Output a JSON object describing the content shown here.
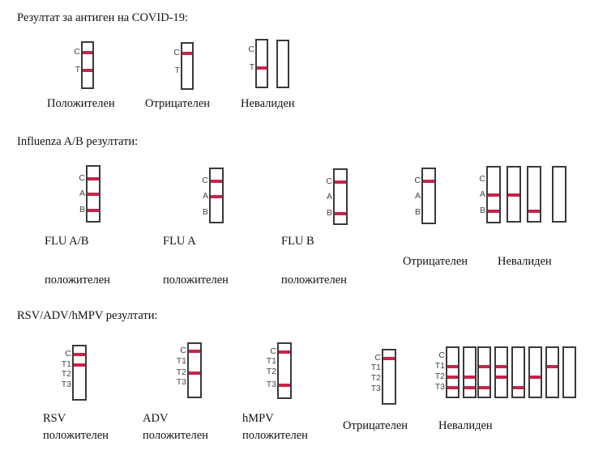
{
  "colors": {
    "band": "#c8234a",
    "strip_border": "#3a3a3a"
  },
  "covid": {
    "heading": "Резултат за антиген на COVID-19:",
    "labels": [
      "C",
      "T"
    ],
    "results": [
      {
        "caption": "Положителен",
        "strips": [
          {
            "lines": [
              "C",
              "T"
            ],
            "show_labels": true
          }
        ]
      },
      {
        "caption": "Отрицателен",
        "strips": [
          {
            "lines": [
              "C"
            ],
            "show_labels": true
          }
        ]
      },
      {
        "caption": "Невалиден",
        "strips": [
          {
            "lines": [
              "T"
            ],
            "show_labels": true
          },
          {
            "lines": [],
            "show_labels": false
          }
        ]
      }
    ]
  },
  "flu": {
    "heading": "Influenza A/B резултати:",
    "labels": [
      "C",
      "A",
      "B"
    ],
    "results": [
      {
        "caption": "FLU A/B",
        "caption2": "положителен",
        "strips": [
          {
            "lines": [
              "C",
              "A",
              "B"
            ],
            "show_labels": true
          }
        ]
      },
      {
        "caption": "FLU A",
        "caption2": "положителен",
        "strips": [
          {
            "lines": [
              "C",
              "A"
            ],
            "show_labels": true
          }
        ]
      },
      {
        "caption": "FLU B",
        "caption2": "положителен",
        "strips": [
          {
            "lines": [
              "C",
              "B"
            ],
            "show_labels": true
          }
        ]
      },
      {
        "caption": "Отрицателен",
        "strips": [
          {
            "lines": [
              "C"
            ],
            "show_labels": true
          }
        ]
      },
      {
        "caption": "Невалиден",
        "strips": [
          {
            "lines": [
              "A",
              "B"
            ],
            "show_labels": true
          },
          {
            "lines": [
              "A"
            ],
            "show_labels": false
          },
          {
            "lines": [
              "B"
            ],
            "show_labels": false
          },
          {
            "lines": [],
            "show_labels": false
          }
        ]
      }
    ]
  },
  "rsv": {
    "heading": "RSV/ADV/hMPV резултати:",
    "labels": [
      "C",
      "T1",
      "T2",
      "T3"
    ],
    "results": [
      {
        "caption": "RSV",
        "caption2": "положителен",
        "strips": [
          {
            "lines": [
              "C",
              "T1"
            ],
            "show_labels": true
          }
        ]
      },
      {
        "caption": "ADV",
        "caption2": "положителен",
        "strips": [
          {
            "lines": [
              "C",
              "T2"
            ],
            "show_labels": true
          }
        ]
      },
      {
        "caption": "hMPV",
        "caption2": "положителен",
        "strips": [
          {
            "lines": [
              "C",
              "T3"
            ],
            "show_labels": true
          }
        ]
      },
      {
        "caption": "Отрицателен",
        "strips": [
          {
            "lines": [
              "C"
            ],
            "show_labels": true
          }
        ]
      },
      {
        "caption": "Невалиден",
        "strips": [
          {
            "lines": [
              "T1",
              "T2",
              "T3"
            ],
            "show_labels": true
          },
          {
            "lines": [
              "T2",
              "T3"
            ],
            "show_labels": false
          },
          {
            "lines": [
              "T1",
              "T3"
            ],
            "show_labels": false
          },
          {
            "lines": [
              "T1",
              "T2"
            ],
            "show_labels": false
          },
          {
            "lines": [
              "T3"
            ],
            "show_labels": false
          },
          {
            "lines": [
              "T2"
            ],
            "show_labels": false
          },
          {
            "lines": [
              "T1"
            ],
            "show_labels": false
          },
          {
            "lines": [],
            "show_labels": false
          }
        ]
      }
    ]
  }
}
